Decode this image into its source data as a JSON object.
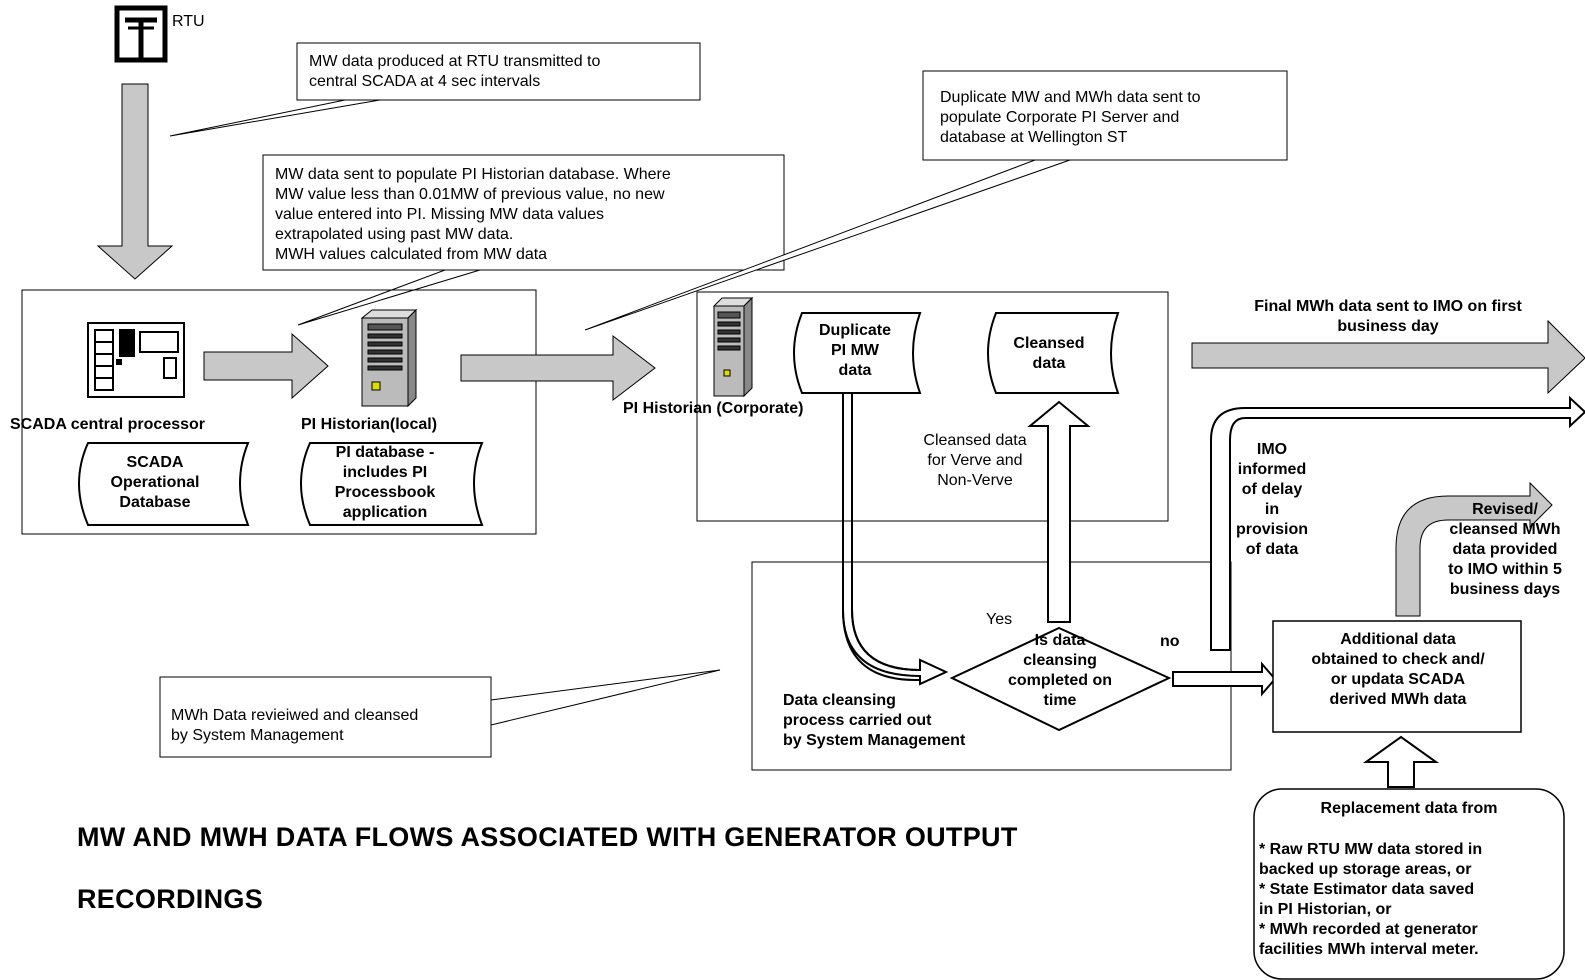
{
  "rtu_label": "RTU",
  "callouts": {
    "rtu_transmit": "MW data produced at RTU transmitted to\ncentral SCADA at 4 sec intervals",
    "pi_populate": "MW  data sent to populate PI Historian database. Where\nMW value less than 0.01MW of previous value, no new\nvalue entered into PI. Missing MW data values\nextrapolated using past MW data.\nMWH values calculated from MW data",
    "duplicate": "Duplicate MW and MWh data sent to\npopulate Corporate PI Server and\ndatabase at Wellington ST",
    "review": "MWh Data revieiwed and cleansed\nby System Management"
  },
  "labels": {
    "scada_processor": "SCADA central  processor",
    "pi_local": "PI Historian(local)",
    "pi_corporate": "PI Historian (Corporate)",
    "scada_db": "SCADA\nOperational\nDatabase",
    "pi_db": "PI  database -\nincludes PI\nProcessbook\napplication",
    "duplicate_pi": "Duplicate\nPI MW\ndata",
    "cleansed_data": "Cleansed\ndata",
    "cleansed_verve": "Cleansed data\nfor Verve and\nNon-Verve",
    "final_mwh": "Final MWh data sent to IMO on first\nbusiness day",
    "imo_informed": "IMO\ninformed\nof delay\nin\nprovision\nof data",
    "revised": "Revised/\ncleansed MWh\ndata provided\nto IMO within 5\nbusiness days",
    "yes": "Yes",
    "no": "no",
    "decision": "Is data\ncleansing\ncompleted on\ntime",
    "cleansing_process": "Data cleansing\nprocess carried out\nby System Management",
    "additional": "Additional data\nobtained to check and/\nor updata SCADA\nderived MWh data",
    "replacement_title": "Replacement data from",
    "replacement_items": "* Raw RTU MW data stored in\nbacked up storage areas, or\n* State Estimator data saved\nin PI Historian, or\n* MWh recorded at generator\nfacilities MWh interval meter."
  },
  "title": {
    "line1": "MW AND MWH DATA FLOWS ASSOCIATED WITH GENERATOR OUTPUT",
    "line2": "RECORDINGS"
  }
}
